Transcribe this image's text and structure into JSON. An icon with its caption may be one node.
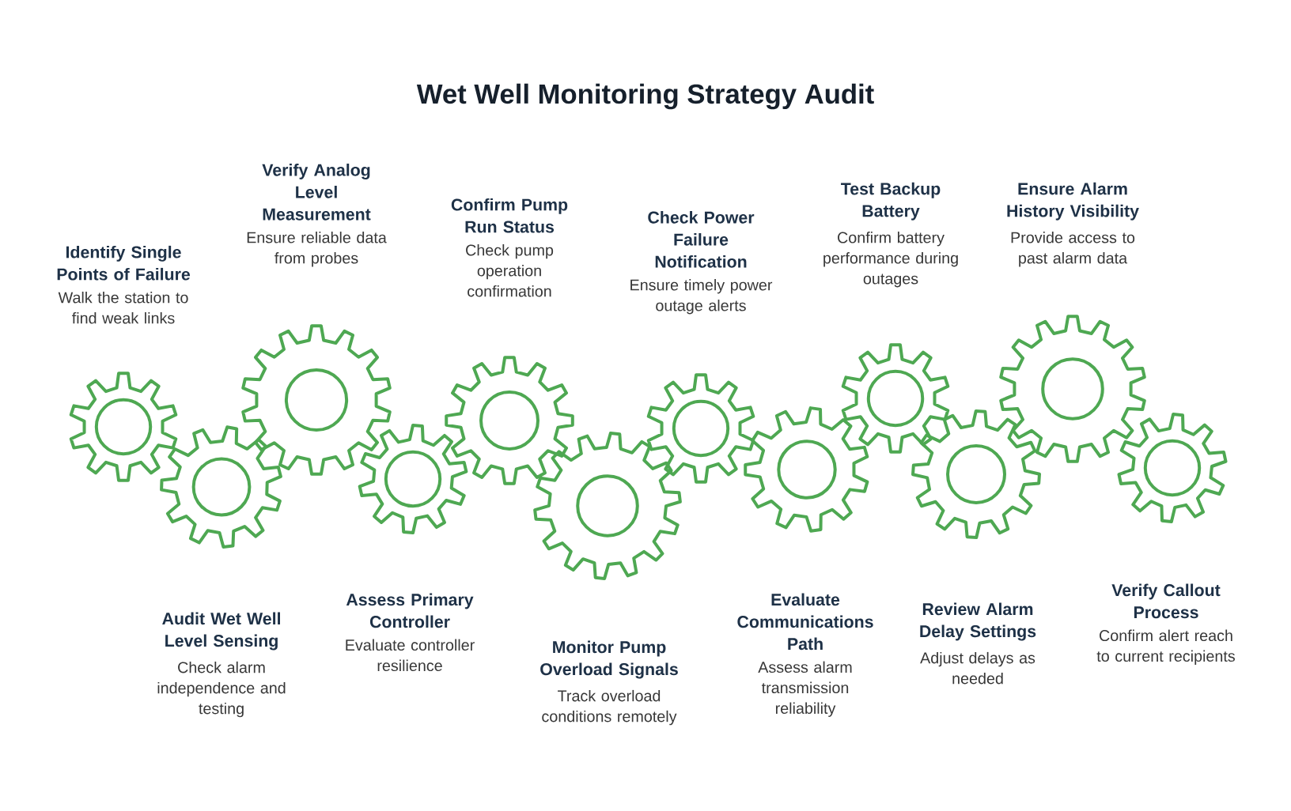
{
  "diagram": {
    "title": "Wet Well Monitoring Strategy Audit",
    "nodes": [
      {
        "text": [],
        "shape": "gear",
        "beside": [
          "Identify Single Points of Failure",
          "Walk the station to find weak links"
        ]
      },
      {
        "text": [],
        "shape": "gear",
        "beside": [
          "Audit Wet Well Level Sensing",
          "Check alarm independence and testing"
        ]
      },
      {
        "text": [],
        "shape": "gear",
        "beside": [
          "Verify Analog Level Measurement",
          "Ensure reliable data from probes"
        ]
      },
      {
        "text": [],
        "shape": "gear",
        "beside": [
          "Assess Primary Controller",
          "Evaluate controller resilience"
        ]
      },
      {
        "text": [],
        "shape": "gear",
        "beside": [
          "Confirm Pump Run Status",
          "Check pump operation confirmation"
        ]
      },
      {
        "text": [],
        "shape": "gear",
        "beside": [
          "Monitor Pump Overload Signals",
          "Track overload conditions remotely"
        ]
      },
      {
        "text": [],
        "shape": "gear",
        "beside": [
          "Check Power Failure Notification",
          "Ensure timely power outage alerts"
        ]
      },
      {
        "text": [],
        "shape": "gear",
        "beside": [
          "Evaluate Communications Path",
          "Assess alarm transmission reliability"
        ]
      },
      {
        "text": [],
        "shape": "gear",
        "beside": [
          "Test Backup Battery",
          "Confirm battery performance during outages"
        ]
      },
      {
        "text": [],
        "shape": "gear",
        "beside": [
          "Review Alarm Delay Settings",
          "Adjust delays as needed"
        ]
      },
      {
        "text": [],
        "shape": "gear",
        "beside": [
          "Ensure Alarm History Visibility",
          "Provide access to past alarm data"
        ]
      },
      {
        "text": [],
        "shape": "gear",
        "beside": [
          "Verify Callout Process",
          "Confirm alert reach to current recipients"
        ]
      }
    ]
  }
}
